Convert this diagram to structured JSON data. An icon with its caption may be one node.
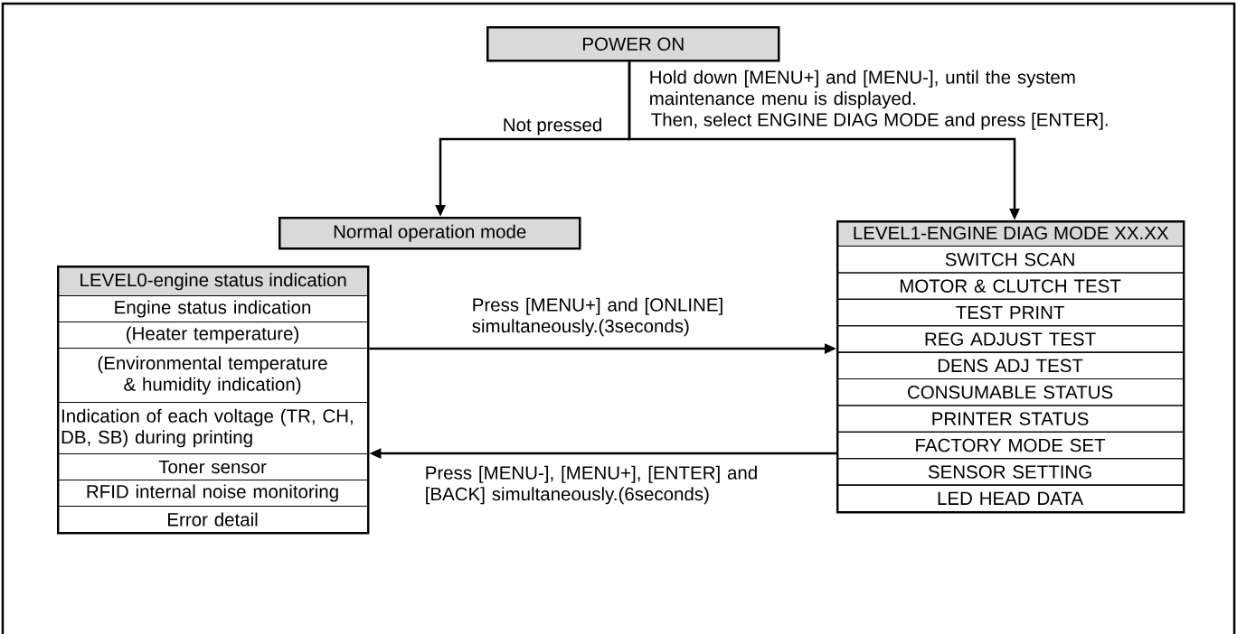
{
  "diagram": {
    "nodes": [
      {
        "text": [
          "POWER ON"
        ]
      },
      {
        "text": [
          "Normal operation mode"
        ]
      },
      {
        "text": [
          "LEVEL1-ENGINE DIAG MODE XX.XX"
        ]
      },
      {
        "text": [
          "SWITCH SCAN"
        ],
        "in": 2
      },
      {
        "text": [
          "MOTOR & CLUTCH TEST"
        ],
        "in": 2
      },
      {
        "text": [
          "TEST PRINT"
        ],
        "in": 2
      },
      {
        "text": [
          "REG ADJUST TEST"
        ],
        "in": 2
      },
      {
        "text": [
          "DENS ADJ TEST"
        ],
        "in": 2
      },
      {
        "text": [
          "CONSUMABLE STATUS"
        ],
        "in": 2
      },
      {
        "text": [
          "PRINTER STATUS"
        ],
        "in": 2
      },
      {
        "text": [
          "FACTORY MODE SET"
        ],
        "in": 2
      },
      {
        "text": [
          "SENSOR SETTING"
        ],
        "in": 2
      },
      {
        "text": [
          "LED HEAD DATA"
        ],
        "in": 2
      },
      {
        "text": [
          "LEVEL0-engine status indication"
        ]
      },
      {
        "text": [
          "Engine status indication"
        ],
        "in": 13
      },
      {
        "text": [
          "(Heater temperature)"
        ],
        "in": 13
      },
      {
        "text": [
          "(Environmental temperature & humidity indication)"
        ],
        "in": 13
      },
      {
        "text": [
          "Indication of each voltage (TR, CH, DB, SB) during printing"
        ],
        "in": 13
      },
      {
        "text": [
          "Toner sensor"
        ],
        "in": 13
      },
      {
        "text": [
          "RFID internal noise monitoring"
        ],
        "in": 13
      },
      {
        "text": [
          "Error detail"
        ],
        "in": 13
      }
    ],
    "edges": [
      {
        "from": 0,
        "to": 1,
        "arrow": "to",
        "label": "Not pressed"
      },
      {
        "from": 0,
        "to": 2,
        "arrow": "to",
        "label": "Hold down [MENU+] and [MENU-], until the system maintenance menu is displayed."
      },
      {
        "from": 13,
        "to": 2,
        "arrow": "to",
        "label": "Press [MENU+] and [ONLINE] simultaneously.(3seconds)"
      },
      {
        "from": 2,
        "to": 13,
        "arrow": "to",
        "label": "Press [MENU-], [MENU+], [ENTER] and [BACK] simultaneously.(6seconds)"
      }
    ],
    "labels": [
      "Then, select ENGINE DIAG MODE and press [ENTER]."
    ]
  }
}
